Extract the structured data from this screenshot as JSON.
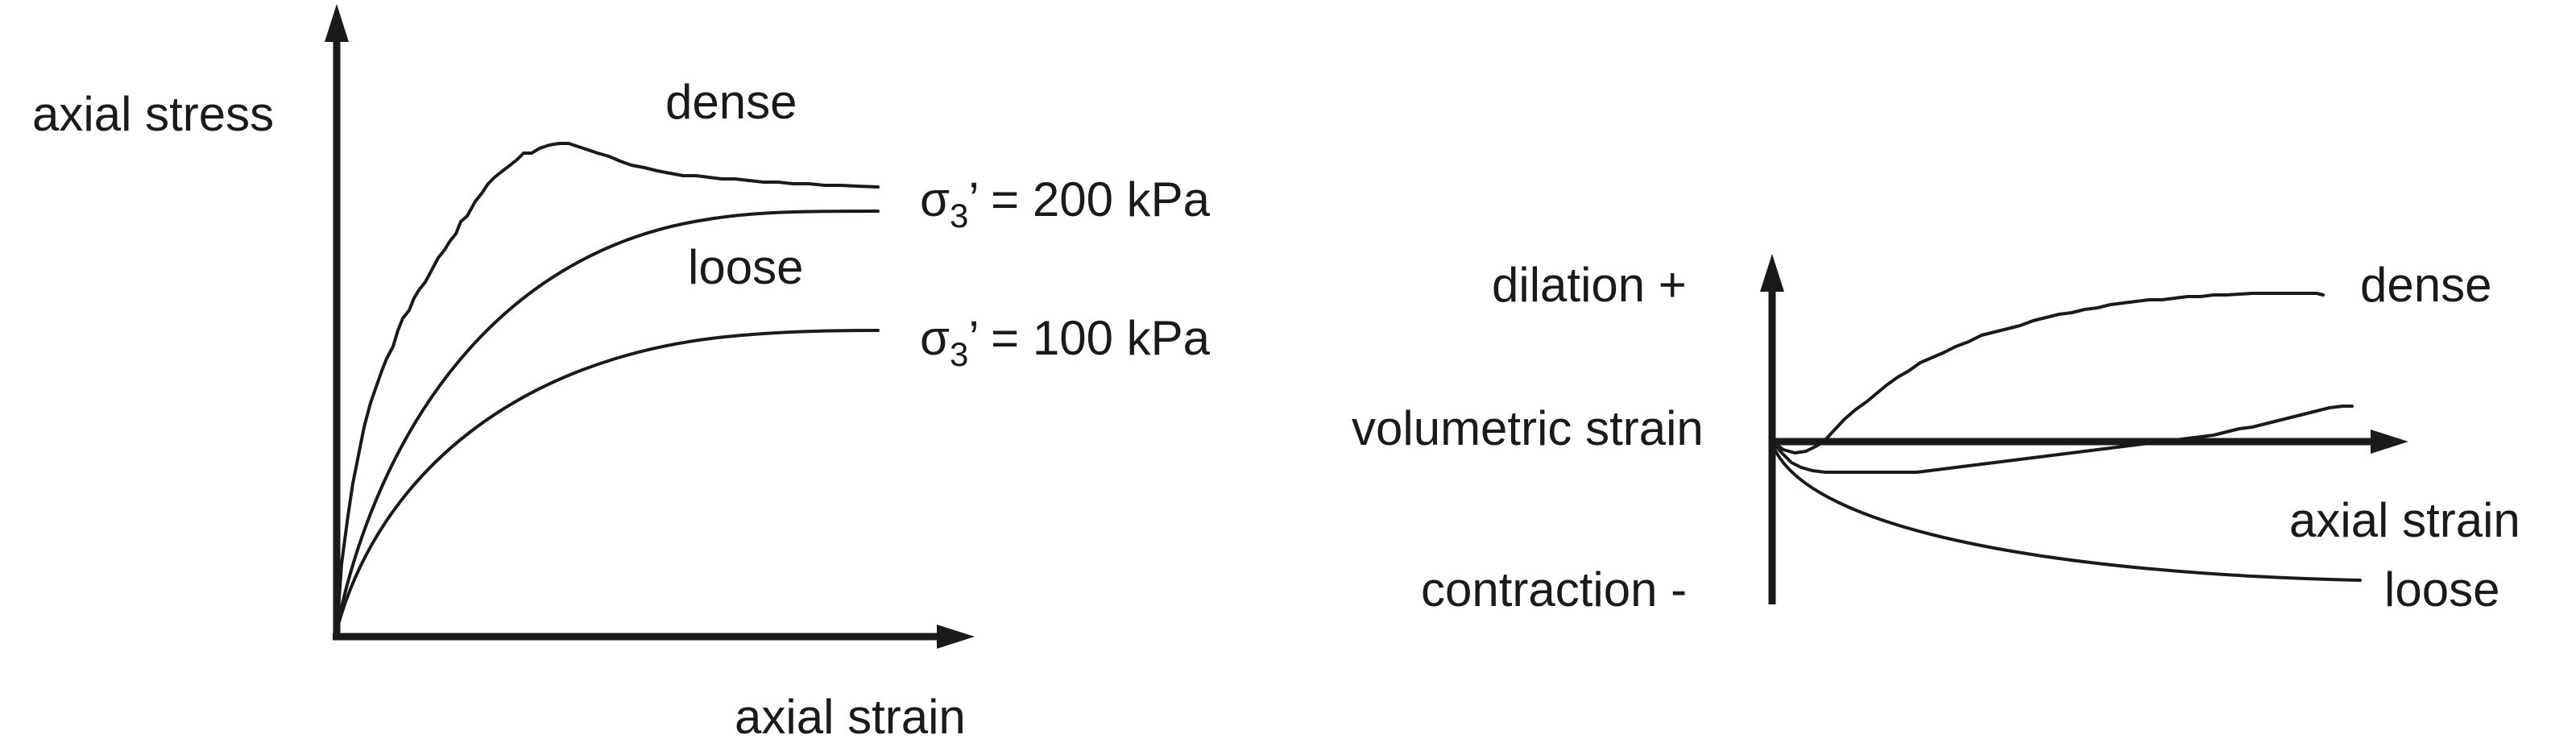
{
  "left_diagram": {
    "y_label": "axial stress",
    "x_label": "axial strain",
    "curve_labels": {
      "dense": "dense",
      "loose": "loose"
    },
    "pressure_labels": [
      {
        "sigma": "σ",
        "sub": "3",
        "rest": "’ = 200 kPa"
      },
      {
        "sigma": "σ",
        "sub": "3",
        "rest": "’ = 100 kPa"
      }
    ]
  },
  "right_diagram": {
    "top_label": "dilation +",
    "middle_label": "volumetric strain",
    "bottom_label": "contraction -",
    "x_label": "axial strain",
    "curve_labels": {
      "dense": "dense",
      "loose": "loose"
    }
  },
  "colors": {
    "ink": "#1a1a1a",
    "background": "#ffffff"
  }
}
